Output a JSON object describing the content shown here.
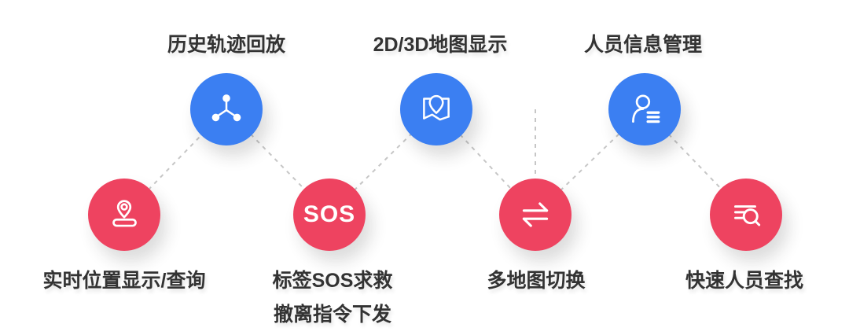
{
  "colors": {
    "circle_blue": "#3b7ff2",
    "circle_red": "#ee4360",
    "label_text": "#333333",
    "connector_dash": "#c6c6c6",
    "icon_stroke": "#ffffff",
    "background": "#ffffff"
  },
  "features": [
    {
      "id": "realtime-location",
      "label": "实时位置显示/查询",
      "icon": "location-pin-route-icon",
      "color": "red",
      "row": "bottom"
    },
    {
      "id": "history-track",
      "label": "历史轨迹回放",
      "icon": "network-branch-icon",
      "color": "blue",
      "row": "top"
    },
    {
      "id": "sos-alert",
      "label": "标签SOS求救",
      "label2": "撤离指令下发",
      "badge": "SOS",
      "icon": "sos-text-badge",
      "color": "red",
      "row": "bottom"
    },
    {
      "id": "map-display",
      "label": "2D/3D地图显示",
      "icon": "map-pin-icon",
      "color": "blue",
      "row": "top"
    },
    {
      "id": "map-switch",
      "label": "多地图切换",
      "icon": "swap-arrows-icon",
      "color": "red",
      "row": "bottom"
    },
    {
      "id": "personnel-info",
      "label": "人员信息管理",
      "icon": "person-list-icon",
      "color": "blue",
      "row": "top"
    },
    {
      "id": "personnel-search",
      "label": "快速人员查找",
      "icon": "search-list-icon",
      "color": "red",
      "row": "bottom"
    }
  ],
  "connections": [
    "realtime-location~history-track",
    "history-track~sos-alert",
    "sos-alert~map-display",
    "map-display~map-switch",
    "map-switch~personnel-info",
    "personnel-info~personnel-search"
  ]
}
